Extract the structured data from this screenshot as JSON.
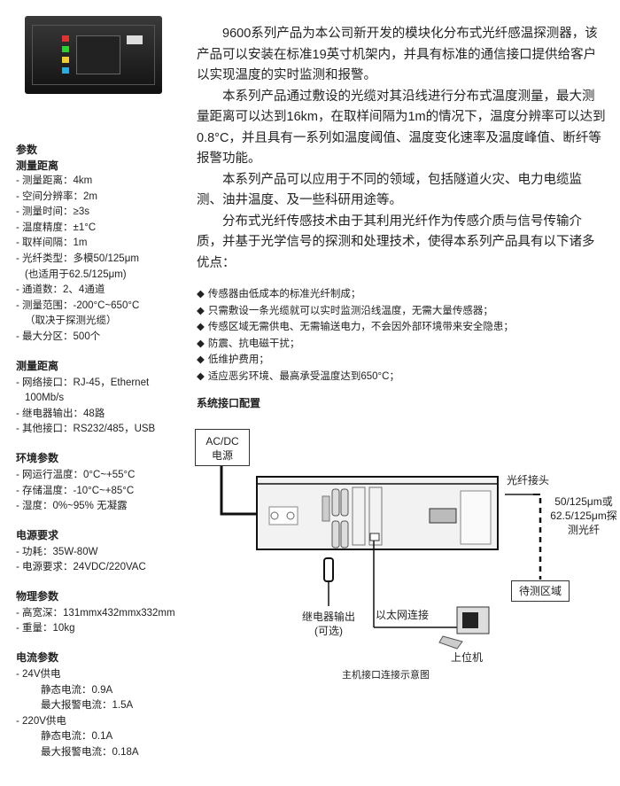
{
  "intro": [
    "9600系列产品为本公司新开发的模块化分布式光纤感温探测器，该产品可以安装在标准19英寸机架内，并具有标准的通信接口提供给客户以实现温度的实时监测和报警。",
    "本系列产品通过敷设的光缆对其沿线进行分布式温度测量，最大测量距离可以达到16km，在取样间隔为1m的情况下，温度分辨率可以达到0.8°C，并且具有一系列如温度阈值、温度变化速率及温度峰值、断纤等报警功能。",
    "本系列产品可以应用于不同的领域，包括隧道火灾、电力电缆监测、油井温度、及一些科研用途等。",
    "分布式光纤传感技术由于其利用光纤作为传感介质与信号传输介质，并基于光学信号的探测和处理技术，使得本系列产品具有以下诸多优点："
  ],
  "bullets": [
    "传感器由低成本的标准光纤制成；",
    "只需敷设一条光缆就可以实时监测沿线温度，无需大量传感器；",
    "传感区域无需供电、无需输送电力，不会因外部环境带来安全隐患；",
    "防震、抗电磁干扰；",
    "低维护费用；",
    "适应恶劣环境、最高承受温度达到650°C；"
  ],
  "bullet_glyph": "◆",
  "section_title": "系统接口配置",
  "params": {
    "title": "参数",
    "s1": {
      "title": "测量距离",
      "items": [
        "- 测量距离：4km",
        "- 空间分辨率：2m",
        "- 测量时间：≥3s",
        "- 温度精度：±1°C",
        "- 取样间隔：1m",
        "- 光纤类型：多模50/125μm",
        "(也适用于62.5/125μm)",
        "- 通道数：2、4通道",
        "- 测量范围：-200°C~650°C",
        "（取决于探测光缆）",
        "- 最大分区：500个"
      ]
    },
    "s2": {
      "title": "测量距离",
      "items": [
        "- 网络接口：RJ-45，Ethernet",
        "100Mb/s",
        "- 继电器输出：48路",
        "- 其他接口：RS232/485，USB"
      ]
    },
    "s3": {
      "title": "环境参数",
      "items": [
        "- 网运行温度：0°C~+55°C",
        "- 存储温度：-10°C~+85°C",
        "- 湿度：0%~95% 无凝露"
      ]
    },
    "s4": {
      "title": "电源要求",
      "items": [
        "- 功耗：35W-80W",
        "- 电源要求：24VDC/220VAC"
      ]
    },
    "s5": {
      "title": "物理参数",
      "items": [
        "- 高宽深：131mmx432mmx332mm",
        "- 重量：10kg"
      ]
    },
    "s6": {
      "title": "电流参数",
      "items": [
        "- 24V供电",
        "静态电流：0.9A",
        "最大报警电流：1.5A",
        "- 220V供电",
        "静态电流：0.1A",
        "最大报警电流：0.18A"
      ]
    }
  },
  "diagram": {
    "power1": "AC/DC",
    "power2": "电源",
    "connector": "光纤接头",
    "fiber1": "50/125μm或",
    "fiber2": "62.5/125μm探",
    "fiber3": "测光纤",
    "zone": "待测区域",
    "relay1": "继电器输出",
    "relay2": "(可选)",
    "ethernet": "以太网连接",
    "pc": "上位机",
    "caption": "主机接口连接示意图"
  }
}
